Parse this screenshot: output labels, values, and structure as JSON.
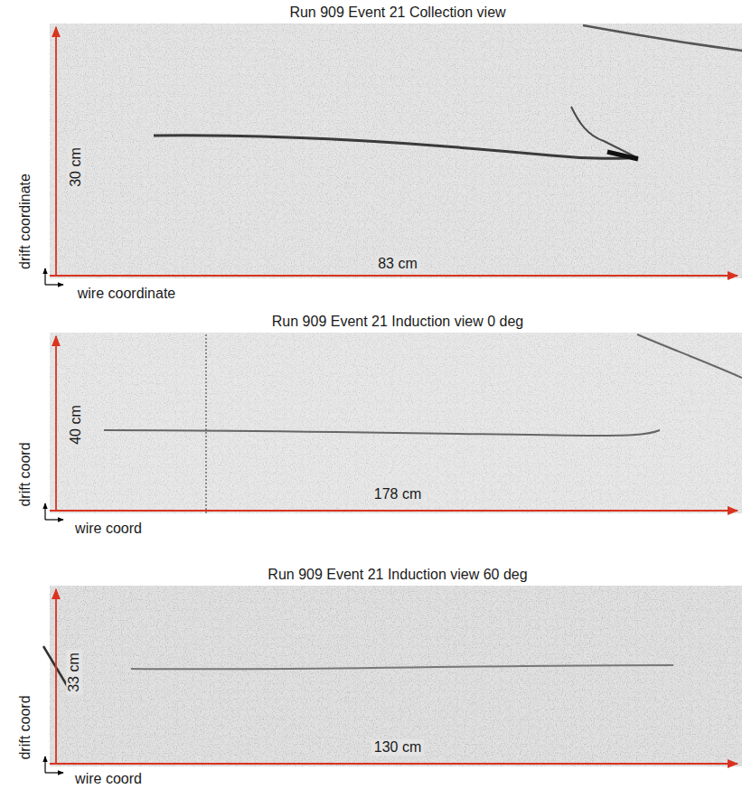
{
  "diagram": {
    "labels": [
      "Run 909 Event 21 Collection view",
      "drift coordinate",
      "30 cm",
      "83 cm",
      "wire coordinate",
      "Run 909 Event 21 Induction view 0 deg",
      "drift coord",
      "40 cm",
      "178 cm",
      "wire coord",
      "Run 909 Event 21 Induction view 60 deg",
      "drift coord",
      "33 cm",
      "130 cm",
      "wire coord"
    ]
  }
}
